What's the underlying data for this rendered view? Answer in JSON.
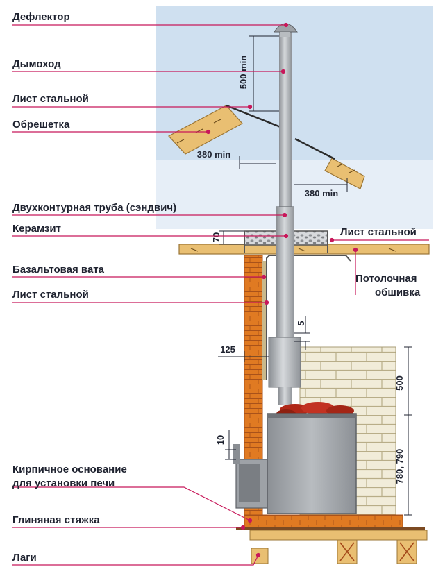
{
  "labels": {
    "deflector": "Дефлектор",
    "chimney": "Дымоход",
    "steel_sheet_roof": "Лист стальной",
    "lathing": "Обрешетка",
    "sandwich_pipe": "Двухконтурная труба (сэндвич)",
    "expanded_clay": "Керамзит",
    "steel_sheet_ceiling": "Лист стальной",
    "ceiling_lining_line1": "Потолочная",
    "ceiling_lining_line2": "обшивка",
    "basalt_wool": "Базальтовая вата",
    "steel_sheet_wall": "Лист стальной",
    "brick_base_line1": "Кирпичное основание",
    "brick_base_line2": "для установки печи",
    "clay_screed": "Глиняная стяжка",
    "joists": "Лаги"
  },
  "dimensions": {
    "above_roof": "500 min",
    "roof_left_gap": "380 min",
    "roof_right_gap": "380 min",
    "insulation_height": "70",
    "collar_gap": "5",
    "wall_gap": "125",
    "brick_upper": "500",
    "brick_lower": "780, 790",
    "door_offset": "10"
  },
  "colors": {
    "sky": "#cfe0f0",
    "brick": "#e07a22",
    "brick_light": "#f0ead6",
    "wood": "#e9bf72",
    "metal": "#a9adb2",
    "leader": "#c8185a",
    "stones": "#b02818",
    "ink": "#1f2330"
  }
}
